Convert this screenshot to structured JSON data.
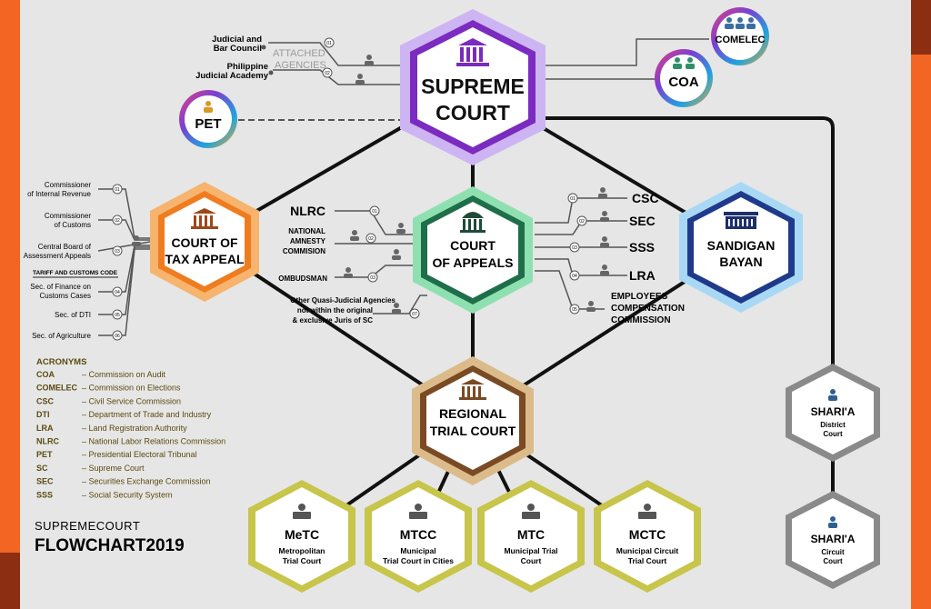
{
  "colors": {
    "background": "#e6e6e6",
    "side_bar": "#f26522",
    "side_bar_dark": "#8b2e12",
    "supreme": "#7b2bbf",
    "supreme_outer": "#cdb4f2",
    "tax": "#ef7c1f",
    "tax_outer": "#f7b46e",
    "appeals": "#1e6e4a",
    "appeals_outer": "#8fe0b1",
    "sandigan": "#1f3a8a",
    "sandigan_outer": "#a9d8f5",
    "rtc": "#7a4a24",
    "rtc_outer": "#dcbb8a",
    "lower": "#a7a525",
    "lower_outer": "#c7c54a",
    "sharia": "#8a8a8a",
    "text_dark": "#111111",
    "acronym_key": "#5a4a10"
  },
  "nodes": {
    "supreme": {
      "line1": "SUPREME",
      "line2": "COURT",
      "icon": "building-columns-icon"
    },
    "tax": {
      "line1": "COURT OF",
      "line2": "TAX APPEAL",
      "icon": "building-columns-icon"
    },
    "appeals": {
      "line1": "COURT",
      "line2": "OF APPEALS",
      "icon": "domed-building-icon"
    },
    "sandigan": {
      "line1": "SANDIGAN",
      "line2": "BAYAN",
      "icon": "government-building-icon"
    },
    "rtc": {
      "line1": "REGIONAL",
      "line2": "TRIAL COURT",
      "icon": "building-columns-icon"
    },
    "metc": {
      "title": "MeTC",
      "sub1": "Metropolitan",
      "sub2": "Trial Court",
      "icon": "judge-icon"
    },
    "mtcc": {
      "title": "MTCC",
      "sub1": "Municipal",
      "sub2": "Trial Court in Cities",
      "icon": "judge-icon"
    },
    "mtc": {
      "title": "MTC",
      "sub1": "Municipal Trial",
      "sub2": "Court",
      "icon": "judge-icon"
    },
    "mctc": {
      "title": "MCTC",
      "sub1": "Municipal Circuit",
      "sub2": "Trial Court",
      "icon": "judge-icon"
    },
    "sharia_district": {
      "title": "SHARI'A",
      "sub1": "District",
      "sub2": "Court",
      "icon": "person-icon"
    },
    "sharia_circuit": {
      "title": "SHARI'A",
      "sub1": "Circuit",
      "sub2": "Court",
      "icon": "person-icon"
    },
    "comelec": {
      "label": "COMELEC",
      "icon": "group-icon"
    },
    "coa": {
      "label": "COA",
      "icon": "pair-icon"
    },
    "pet": {
      "label": "PET",
      "icon": "person-icon"
    }
  },
  "attached": {
    "caption_line1": "ATTACHED",
    "caption_line2": "AGENCIES",
    "items": [
      {
        "line1": "Judicial and",
        "line2": "Bar Council",
        "num": "01"
      },
      {
        "line1": "Philippine",
        "line2": "Judicial Academy",
        "num": "02"
      }
    ]
  },
  "tax_agencies": [
    {
      "line1": "Commissioner",
      "line2": "of Internal Revenue",
      "num": "01"
    },
    {
      "line1": "Commissioner",
      "line2": "of Customs",
      "num": "02"
    },
    {
      "line1": "Central Board of",
      "line2": "Assessment Appeals",
      "num": "03"
    },
    {
      "line1": "Sec. of Finance on",
      "line2": "Customs Cases",
      "num": "04"
    },
    {
      "line1": "Sec. of DTI",
      "line2": "",
      "num": "05"
    },
    {
      "line1": "Sec. of Agriculture",
      "line2": "",
      "num": "06"
    }
  ],
  "tariff_label": "TARIFF AND CUSTOMS CODE",
  "appeals_left": [
    {
      "lines": [
        "NLRC"
      ],
      "num": "01"
    },
    {
      "lines": [
        "NATIONAL",
        "AMNESTY",
        "COMMISION"
      ],
      "num": "02"
    },
    {
      "lines": [
        "OMBUDSMAN"
      ],
      "num": "03"
    },
    {
      "lines": [
        "Other Quasi-Judicial Agencies",
        "not within the original",
        "& exclusive Juris of SC"
      ],
      "num": "07"
    }
  ],
  "appeals_right": [
    {
      "lines": [
        "CSC"
      ],
      "num": "01"
    },
    {
      "lines": [
        "SEC"
      ],
      "num": "02"
    },
    {
      "lines": [
        "SSS"
      ],
      "num": "03"
    },
    {
      "lines": [
        "LRA"
      ],
      "num": "04"
    },
    {
      "lines": [
        "EMPLOYEES",
        "COMPENSATION",
        "COMMISSION"
      ],
      "num": "05"
    }
  ],
  "acronyms": {
    "heading": "ACRONYMS",
    "items": [
      {
        "key": "COA",
        "value": "– Commission on Audit"
      },
      {
        "key": "COMELEC",
        "value": "– Commission on Elections"
      },
      {
        "key": "CSC",
        "value": "– Civil Service Commission"
      },
      {
        "key": "DTI",
        "value": "– Department of Trade and Industry"
      },
      {
        "key": "LRA",
        "value": "– Land Registration Authority"
      },
      {
        "key": "NLRC",
        "value": "– National Labor Relations Commission"
      },
      {
        "key": "PET",
        "value": "– Presidential Electoral Tribunal"
      },
      {
        "key": "SC",
        "value": "– Supreme Court"
      },
      {
        "key": "SEC",
        "value": "– Securities Exchange Commission"
      },
      {
        "key": "SSS",
        "value": "– Social Security System"
      }
    ]
  },
  "footer": {
    "line1": "SUPREMECOURT",
    "line2": "FLOWCHART2019"
  }
}
